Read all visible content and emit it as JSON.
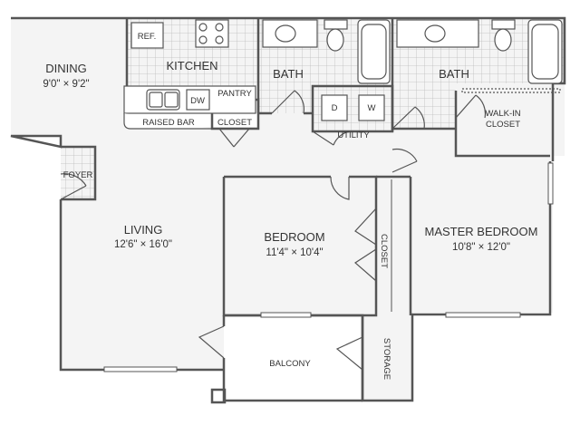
{
  "colors": {
    "wall": "#555555",
    "floor": "#f4f4f4",
    "tile_line": "#bdbdbd",
    "text": "#333333",
    "background": "#ffffff"
  },
  "rooms": {
    "dining": {
      "name": "DINING",
      "dims": "9'0\" × 9'2\""
    },
    "kitchen": {
      "name": "KITCHEN"
    },
    "living": {
      "name": "LIVING",
      "dims": "12'6\" × 16'0\""
    },
    "bedroom": {
      "name": "BEDROOM",
      "dims": "11'4\" × 10'4\""
    },
    "master_bedroom": {
      "name": "MASTER BEDROOM",
      "dims": "10'8\" × 12'0\""
    },
    "bath_1": {
      "name": "BATH"
    },
    "bath_2": {
      "name": "BATH"
    },
    "balcony": {
      "name": "BALCONY"
    }
  },
  "labels": {
    "ref": "REF.",
    "dw": "DW",
    "pantry": "PANTRY",
    "raised_bar": "RAISED BAR",
    "closet_kitchen": "CLOSET",
    "foyer": "FOYER",
    "utility": "UTILITY",
    "washer": "W",
    "dryer": "D",
    "walk_in_line1": "WALK-IN",
    "walk_in_line2": "CLOSET",
    "closet_bedroom": "CLOSET",
    "storage": "STORAGE"
  }
}
